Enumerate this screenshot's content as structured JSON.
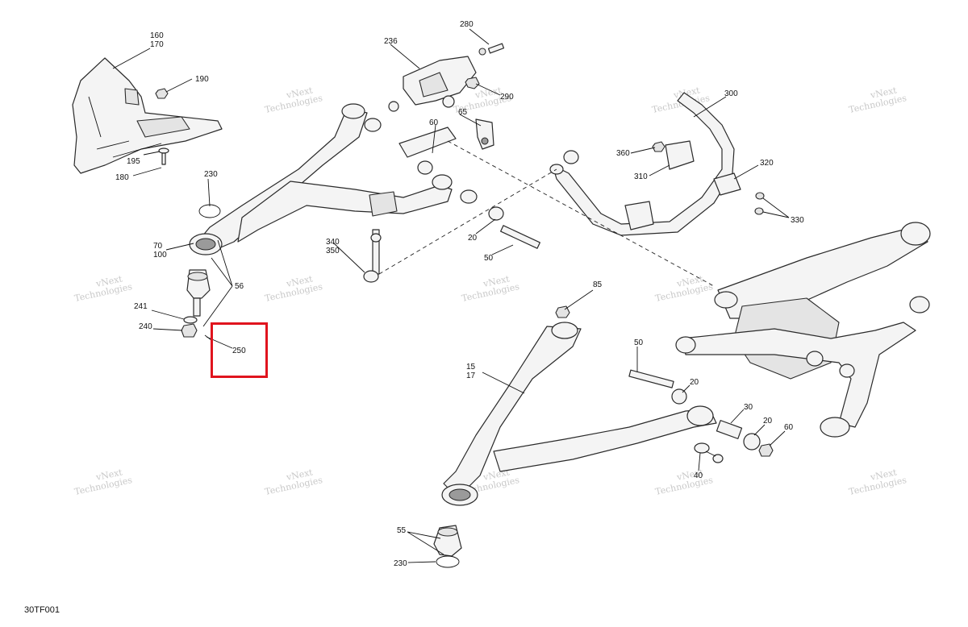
{
  "figure_code": "30TF001",
  "watermark": {
    "line1": "vNext",
    "line2": "Technologies",
    "line_inline": "vNext Technologies"
  },
  "highlight_label": "250",
  "labels": {
    "l160": "160",
    "l170": "170",
    "l190": "190",
    "l195": "195",
    "l180": "180",
    "l230a": "230",
    "l70": "70",
    "l100": "100",
    "l56": "56",
    "l241": "241",
    "l240": "240",
    "l250": "250",
    "l236": "236",
    "l280": "280",
    "l290": "290",
    "l60a": "60",
    "l65": "65",
    "l20a": "20",
    "l50a": "50",
    "l340": "340",
    "l350": "350",
    "l300": "300",
    "l360": "360",
    "l310": "310",
    "l320": "320",
    "l330": "330",
    "l85": "85",
    "l15": "15",
    "l17": "17",
    "l50b": "50",
    "l20b": "20",
    "l30": "30",
    "l20c": "20",
    "l60b": "60",
    "l40": "40",
    "l55": "55",
    "l230b": "230"
  }
}
